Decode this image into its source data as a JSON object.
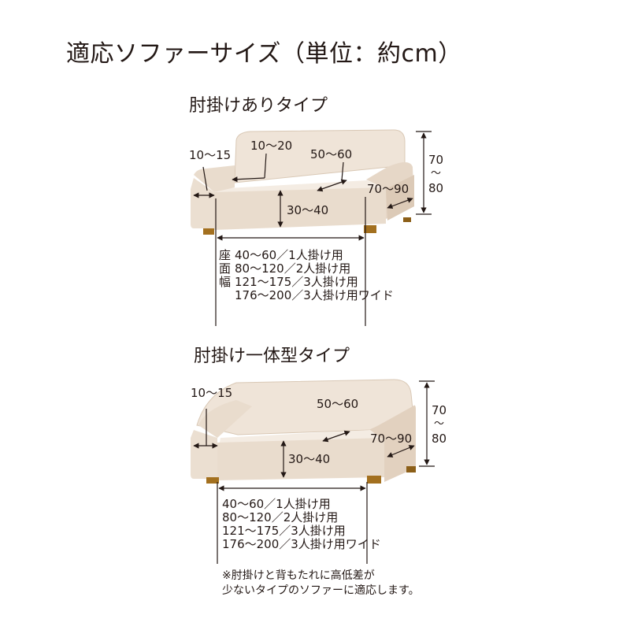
{
  "title": "適応ソファーサイズ（単位：約cm）",
  "type1": {
    "heading": "肘掛けありタイプ",
    "armrest_width": "10～15",
    "armrest_height": "10～20",
    "seat_depth": "50～60",
    "total_depth": "70～90",
    "seat_height": "30～40",
    "back_height_top": "70",
    "back_height_tilde": "～",
    "back_height_bottom": "80",
    "seat_width_label": [
      "座",
      "面",
      "幅"
    ],
    "seat_widths": [
      "40～60／1人掛け用",
      "80～120／2人掛け用",
      "121～175／3人掛け用",
      "176～200／3人掛け用ワイド"
    ]
  },
  "type2": {
    "heading": "肘掛け一体型タイプ",
    "armrest_width": "10～15",
    "seat_depth": "50～60",
    "total_depth": "70～90",
    "seat_height": "30～40",
    "back_height_top": "70",
    "back_height_tilde": "～",
    "back_height_bottom": "80",
    "seat_widths": [
      "40～60／1人掛け用",
      "80～120／2人掛け用",
      "121～175／3人掛け用",
      "176～200／3人掛け用ワイド"
    ]
  },
  "note": [
    "※肘掛けと背もたれに高低差が",
    "少ないタイプのソファーに適応します。"
  ],
  "colors": {
    "sofa_light": "#efe4d8",
    "sofa_mid": "#e6d7c7",
    "sofa_shadow": "#d8c6b2",
    "legs": "#a3701f",
    "lines": "#231815"
  }
}
